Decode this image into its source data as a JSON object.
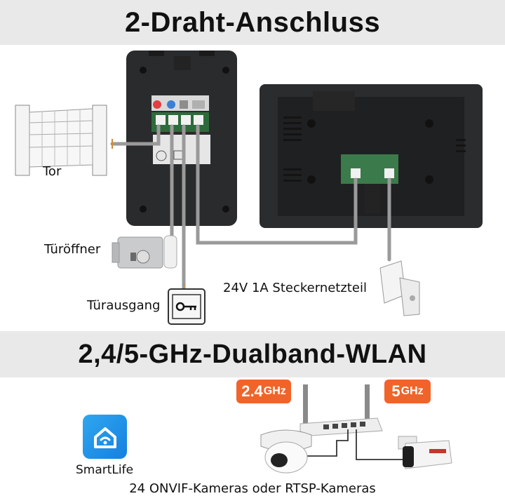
{
  "header": {
    "title": "2-Draht-Anschluss"
  },
  "wiring": {
    "gate_label": "Tor",
    "door_opener_label": "Türöffner",
    "exit_button_label": "Türausgang",
    "power_label": "24V 1A Steckernetzteil"
  },
  "wifi": {
    "title": "2,4/5-GHz-Dualband-WLAN",
    "badge_24": {
      "num": "2.4",
      "unit": "GHz"
    },
    "badge_5": {
      "num": "5",
      "unit": "GHz"
    },
    "app_name": "SmartLife",
    "cameras_label": "24 ONVIF-Kameras oder RTSP-Kameras"
  },
  "colors": {
    "accent": "#f0642a",
    "band": "#e9e9e9",
    "app": "#1e90e8"
  },
  "icons": [
    "gate-icon",
    "door-lock-icon",
    "key-icon",
    "power-adapter-icon",
    "router-icon",
    "dome-camera-icon",
    "bullet-camera-icon",
    "smartlife-house-icon"
  ]
}
